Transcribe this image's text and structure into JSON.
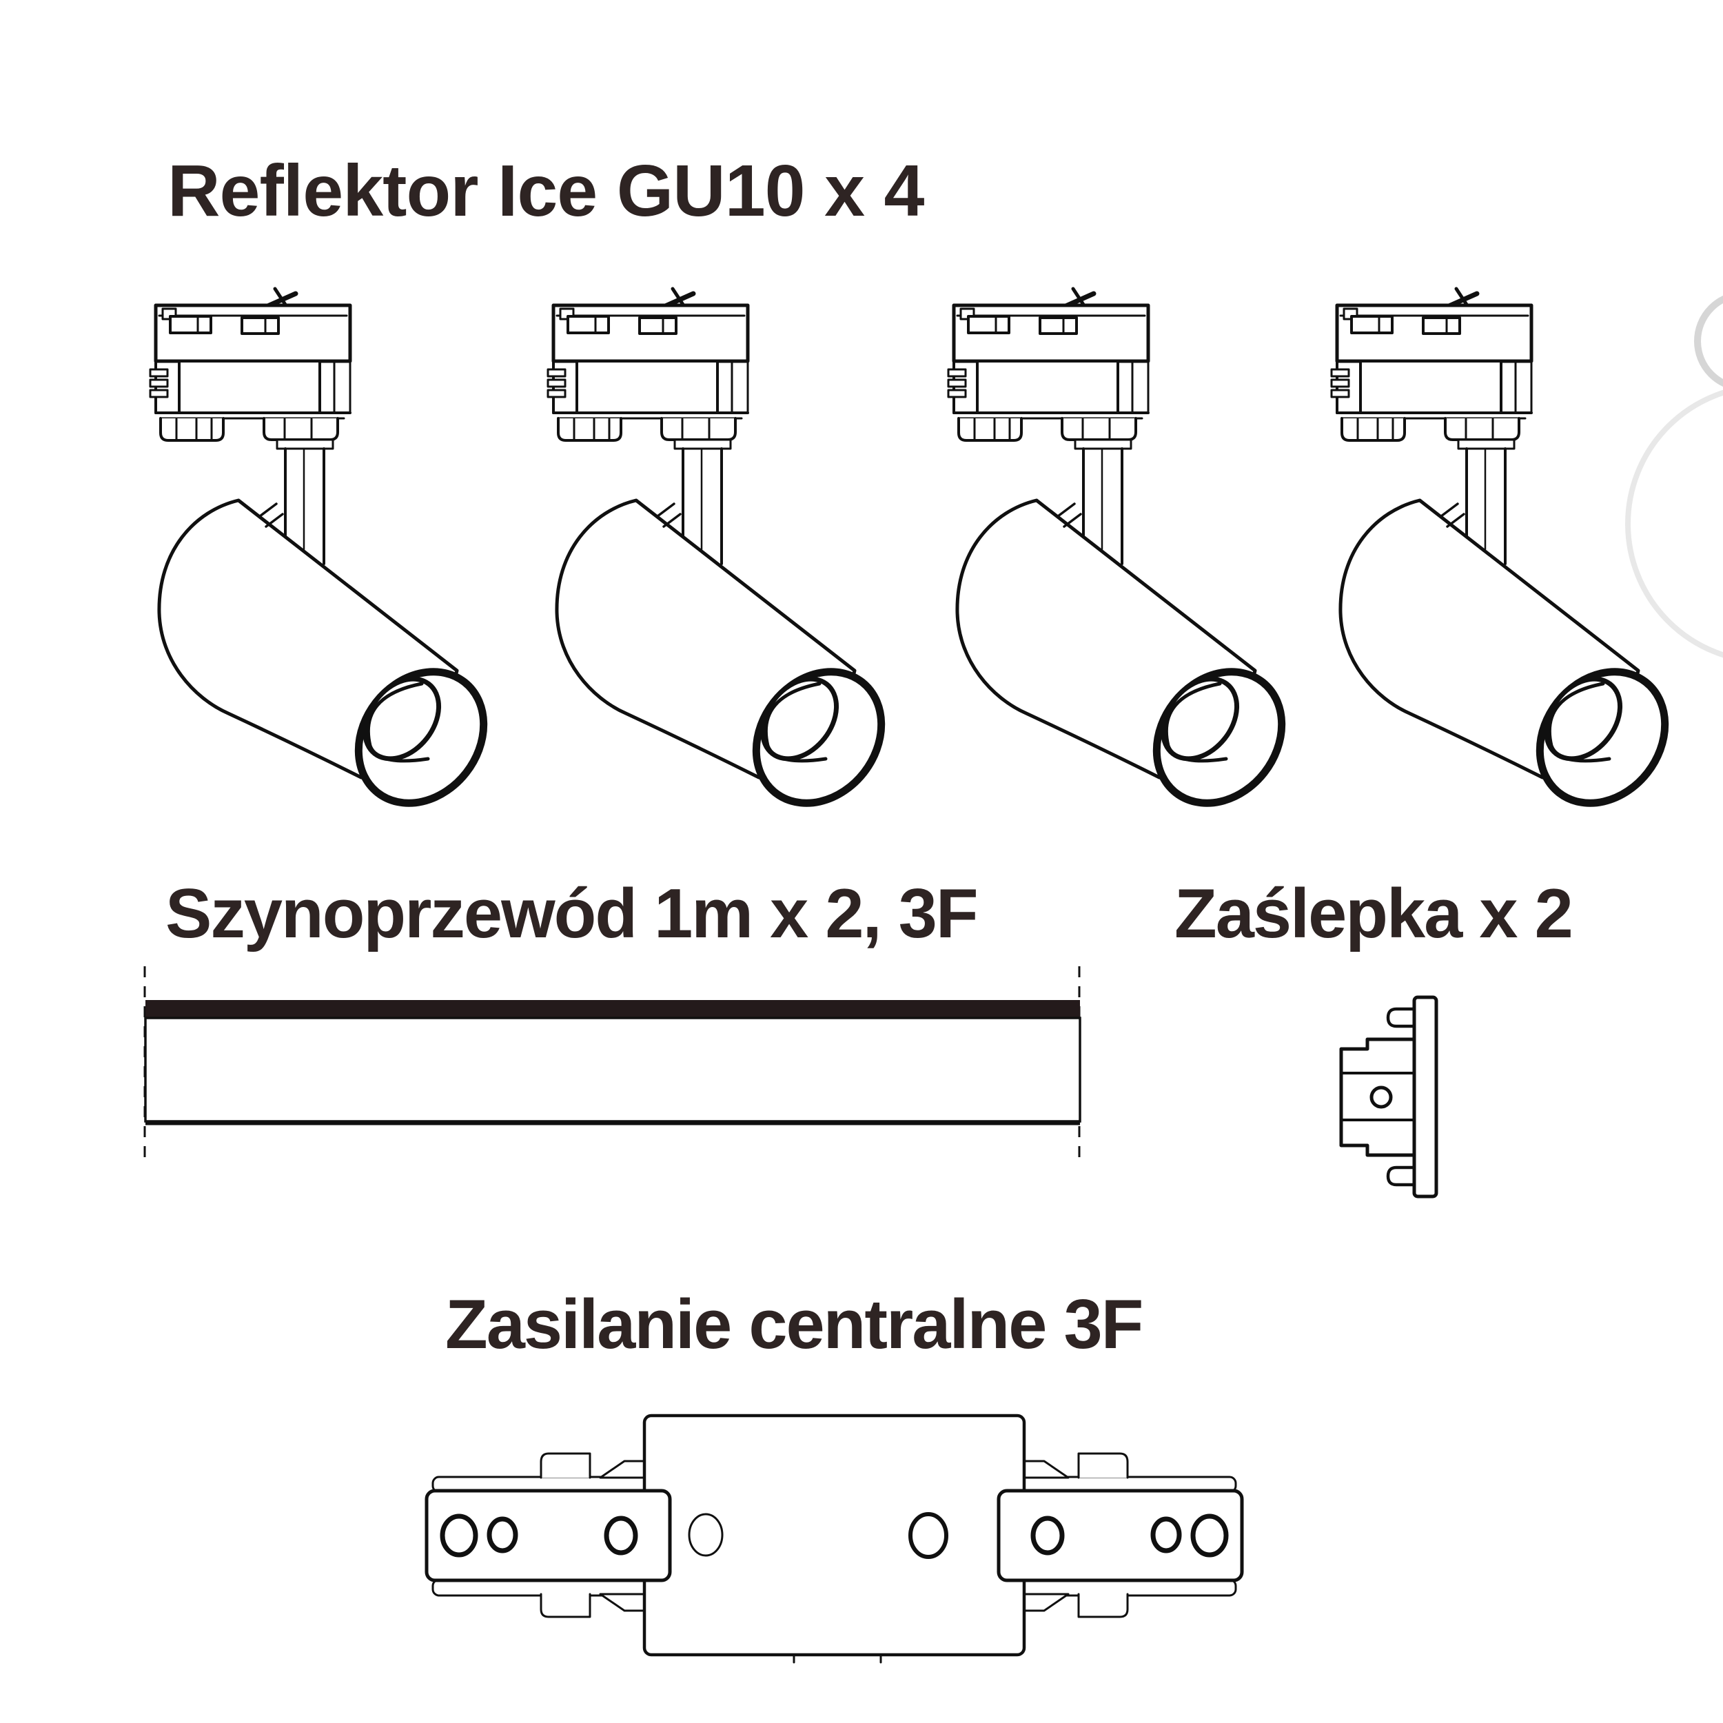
{
  "title": "Reflektor Ice GU10 x 4",
  "sections": {
    "spotlights": {
      "label": "Reflektor Ice GU10 x 4",
      "item": "Reflektor Ice GU10",
      "quantity": 4
    },
    "track": {
      "label": "Szynoprzewód 1m x 2, 3F",
      "item": "Szynoprzewód 1m",
      "quantity": 2,
      "phases": "3F"
    },
    "endcap": {
      "label": "Zaślepka x 2",
      "item": "Zaślepka",
      "quantity": 2
    },
    "power_feed": {
      "label": "Zasilanie centralne 3F",
      "item": "Zasilanie centralne",
      "phases": "3F"
    }
  },
  "colors": {
    "ink": "#2e2423",
    "line": "#101010",
    "track-bar": "#241a1b",
    "watermark": "#d6d6d6"
  }
}
